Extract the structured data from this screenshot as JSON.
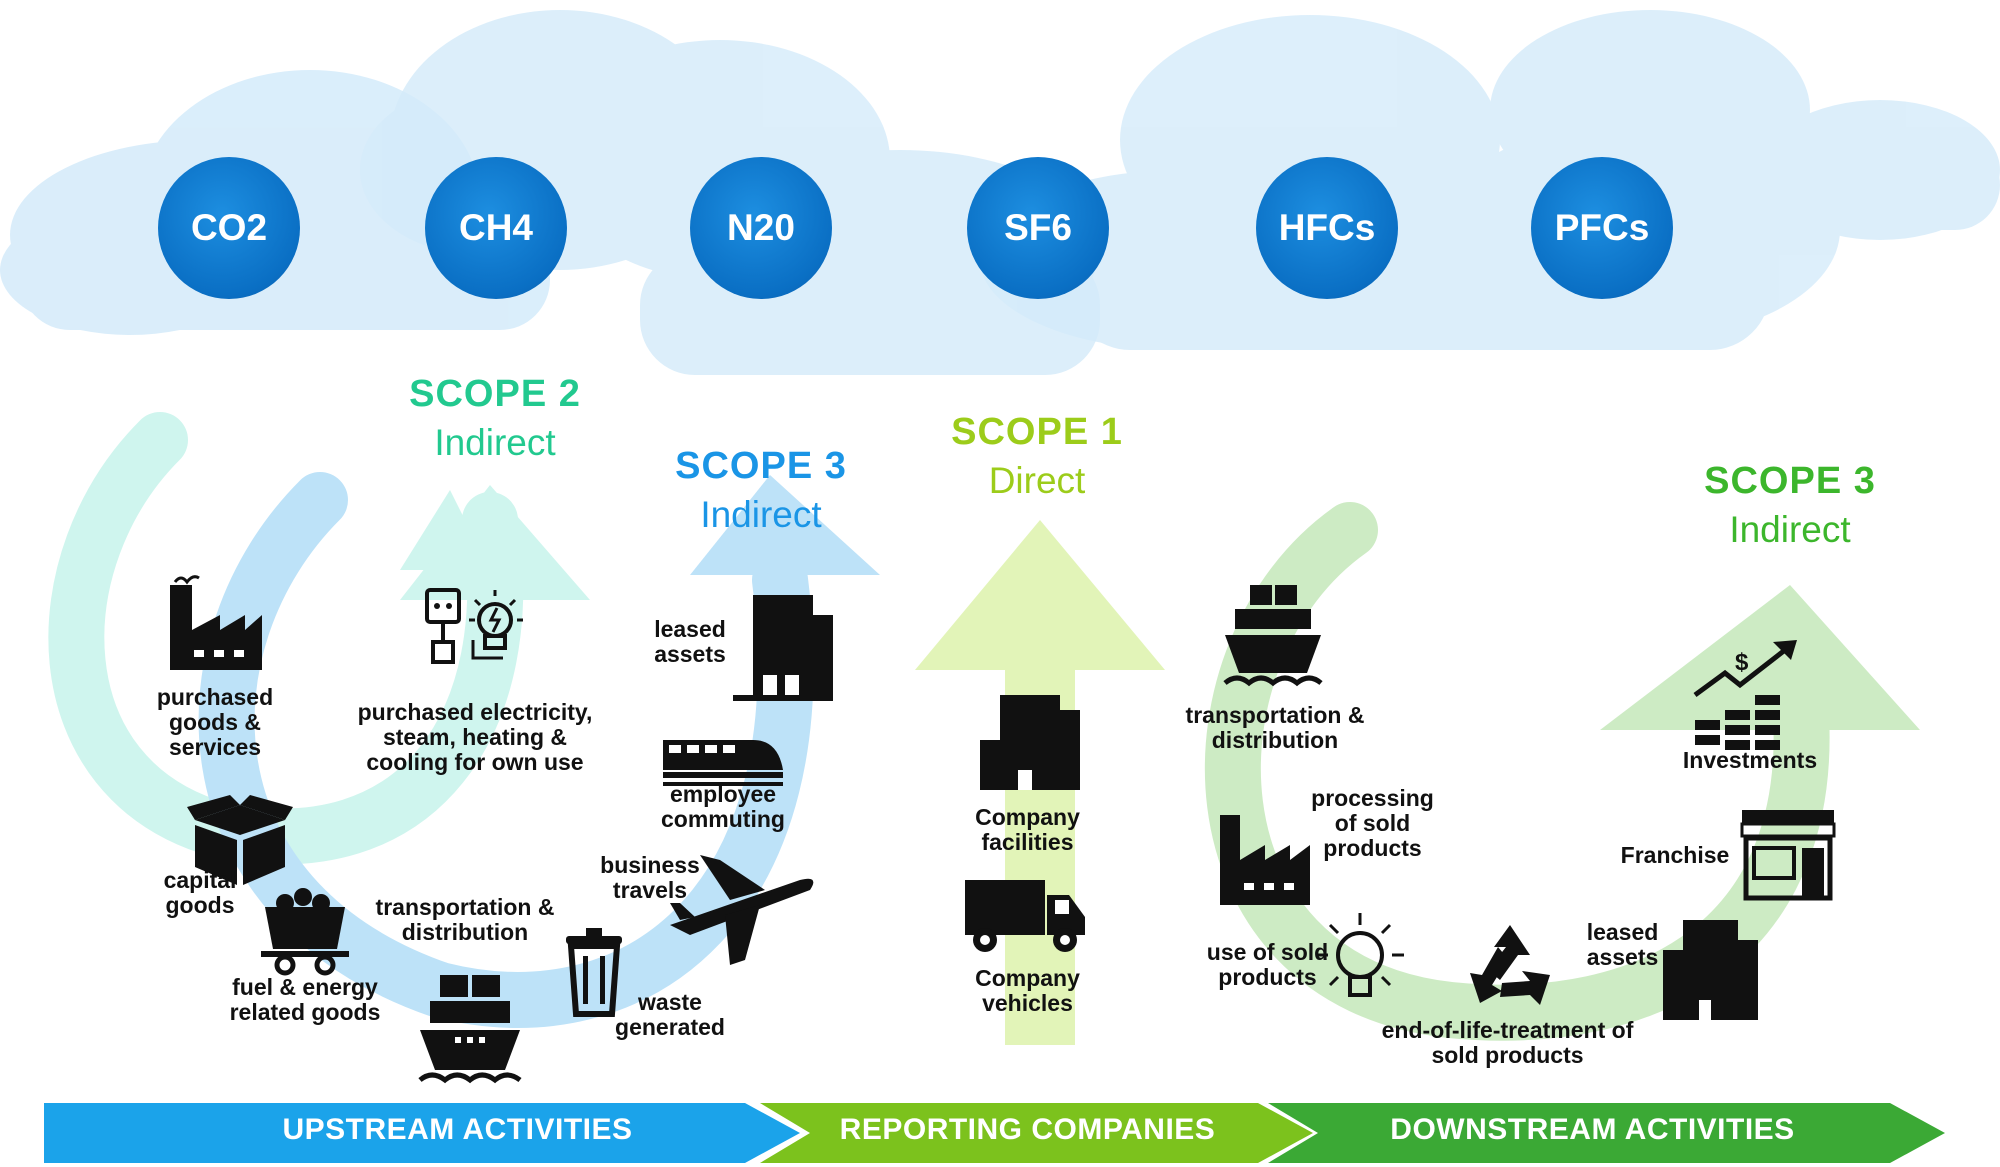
{
  "gases": [
    "CO2",
    "CH4",
    "N20",
    "SF6",
    "HFCs",
    "PFCs"
  ],
  "scopes": {
    "scope2": {
      "title": "SCOPE 2",
      "subtitle": "Indirect",
      "color": "#22c98f"
    },
    "scope3_up": {
      "title": "SCOPE 3",
      "subtitle": "Indirect",
      "color": "#1a95e6"
    },
    "scope1": {
      "title": "SCOPE 1",
      "subtitle": "Direct",
      "color": "#9ccc1a"
    },
    "scope3_down": {
      "title": "SCOPE 3",
      "subtitle": "Indirect",
      "color": "#3cb62c"
    }
  },
  "upstream": {
    "purchased_goods": "purchased goods & services",
    "electricity": "purchased electricity, steam, heating & cooling for own use",
    "capital_goods": "capital goods",
    "fuel_energy": "fuel & energy related goods",
    "transportation": "transportation & distribution",
    "waste": "waste generated",
    "business_travels": "business travels",
    "employee_commuting": "employee commuting",
    "leased_assets": "leased assets"
  },
  "reporting": {
    "facilities": "Company facilities",
    "vehicles": "Company vehicles"
  },
  "downstream": {
    "transportation": "transportation & distribution",
    "processing": "processing of sold products",
    "use_of_sold": "use of sold products",
    "end_of_life": "end-of-life-treatment of sold products",
    "leased_assets": "leased assets",
    "franchise": "Franchise",
    "investments": "Investments"
  },
  "bands": {
    "upstream": "UPSTREAM ACTIVITIES",
    "reporting": "REPORTING COMPANIES",
    "downstream": "DOWNSTREAM ACTIVITIES"
  },
  "colors": {
    "cloud": "#d4ebfa",
    "gas_circle": "#0a72c6",
    "band_blue": "#1ba3ea",
    "band_green": "#7cc21d",
    "band_darkgreen": "#3ba935",
    "icon": "#111111"
  }
}
